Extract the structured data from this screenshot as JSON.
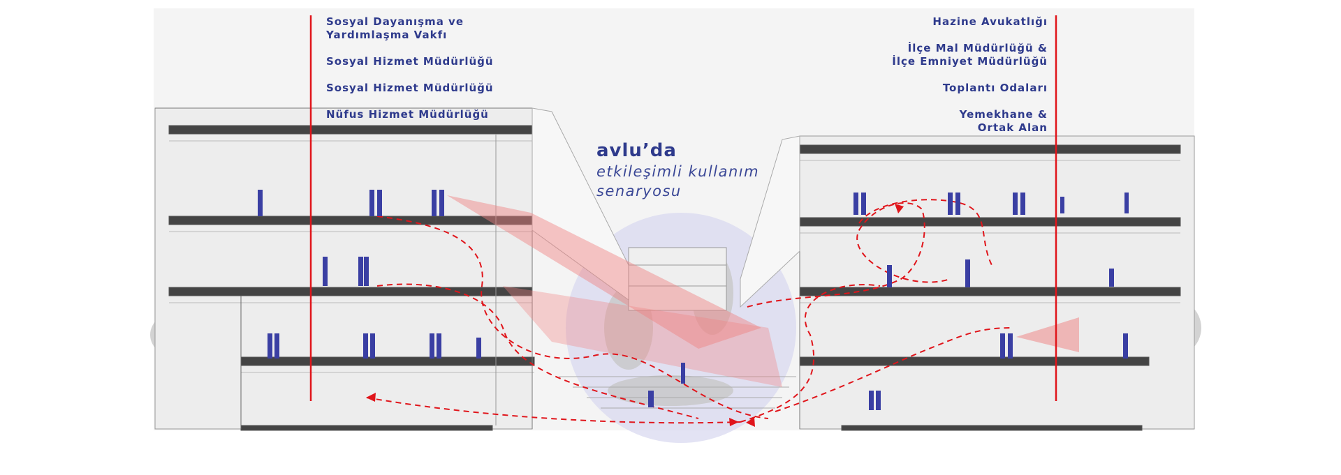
{
  "scenario": {
    "title": "avlu’da",
    "subtitle_line1": "etkileşimli kullanım",
    "subtitle_line2": "senaryosu"
  },
  "left_labels": [
    {
      "line1": "Sosyal Dayanışma ve",
      "line2": "Yardımlaşma Vakfı"
    },
    {
      "line1": "Sosyal Hizmet Müdürlüğü",
      "line2": ""
    },
    {
      "line1": "Sosyal Hizmet Müdürlüğü",
      "line2": ""
    },
    {
      "line1": "Nüfus Hizmet Müdürlüğü",
      "line2": ""
    }
  ],
  "right_labels": [
    {
      "line1": "Hazine Avukatlığı",
      "line2": ""
    },
    {
      "line1": "İlçe Mal Müdürlüğü &",
      "line2": "İlçe Emniyet Müdürlüğü"
    },
    {
      "line1": "Toplantı Odaları",
      "line2": ""
    },
    {
      "line1": "Yemekhane &",
      "line2": "Ortak Alan"
    }
  ],
  "colors": {
    "label_text": "#2e3a8c",
    "pointer_line": "#e0151b",
    "flow_path": "#e0151b",
    "view_cone": "#f08080",
    "courtyard_circle": "#c9c9e3",
    "people": "#3a3fa3"
  }
}
